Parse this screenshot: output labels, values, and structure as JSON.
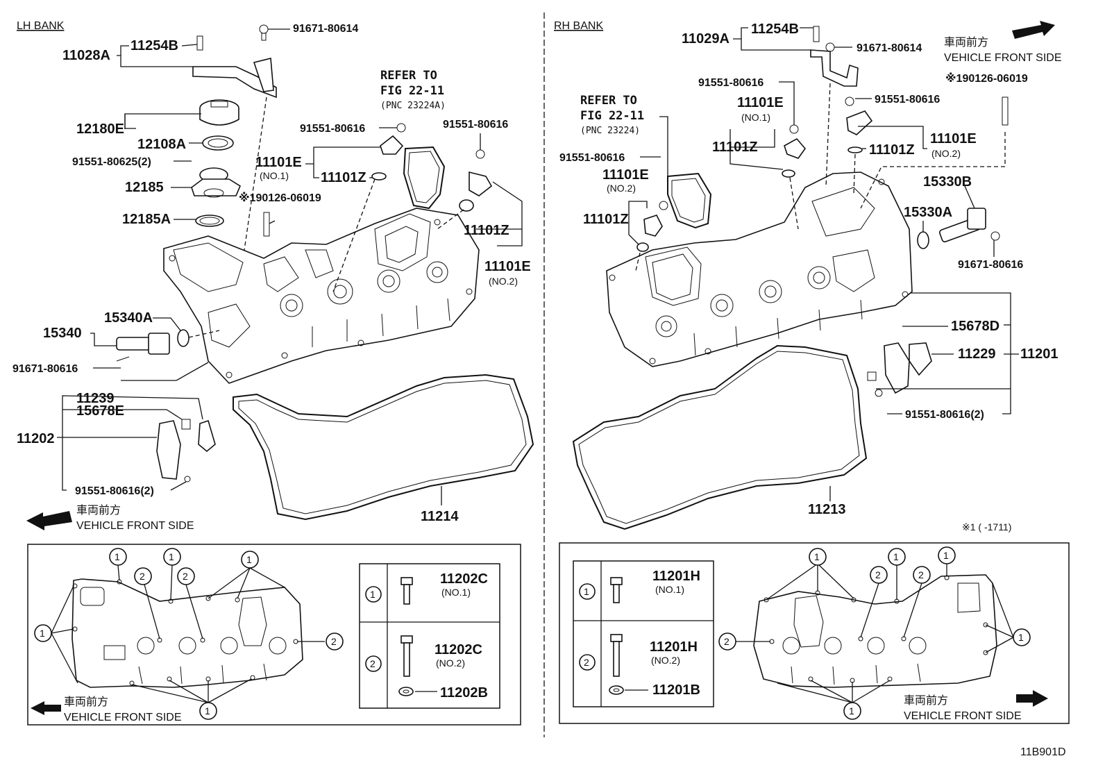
{
  "lh_bank": {
    "title": "LH BANK",
    "labels": {
      "p11028A": "11028A",
      "p11254B": "11254B",
      "p91671_80614": "91671-80614",
      "p12180E": "12180E",
      "p12108A": "12108A",
      "p91551_80625": "91551-80625(2)",
      "p12185": "12185",
      "p12185A": "12185A",
      "p190126": "※190126-06019",
      "p11101E_no1": "11101E",
      "no1": "(NO.1)",
      "p11101Z_a": "11101Z",
      "p91551_80616_a": "91551-80616",
      "p91551_80616_b": "91551-80616",
      "p11101Z_b": "11101Z",
      "p11101E_no2": "11101E",
      "no2": "(NO.2)",
      "p15340": "15340",
      "p15340A": "15340A",
      "p91671_80616": "91671-80616",
      "p11239": "11239",
      "p15678E": "15678E",
      "p11202": "11202",
      "p91551_80616_2": "91551-80616(2)",
      "p11214": "11214"
    },
    "refer": {
      "line1": "REFER TO",
      "line2": "FIG 22-11",
      "line3": "(PNC 23224A)"
    },
    "front": {
      "jp": "車両前方",
      "en": "VEHICLE FRONT SIDE"
    },
    "legend": {
      "n1": "1",
      "n2": "2",
      "bolt1": "11202C",
      "bolt1_sub": "(NO.1)",
      "bolt2": "11202C",
      "bolt2_sub": "(NO.2)",
      "washer": "11202B"
    },
    "bottom_front": {
      "jp": "車両前方",
      "en": "VEHICLE FRONT SIDE"
    }
  },
  "rh_bank": {
    "title": "RH BANK",
    "labels": {
      "p11029A": "11029A",
      "p11254B": "11254B",
      "p91671_80614": "91671-80614",
      "p91551_80616_a": "91551-80616",
      "p11101E_no1": "11101E",
      "no1": "(NO.1)",
      "p11101Z_a": "11101Z",
      "p91551_80616_b": "91551-80616",
      "p11101E_no2": "11101E",
      "no2_sub": "(NO.2)",
      "p11101Z_b": "11101Z",
      "p91551_80616_c": "91551-80616",
      "p11101E_left": "11101E",
      "no2_left": "(NO.2)",
      "p11101Z_left": "11101Z",
      "p190126": "※190126-06019",
      "p15330B": "15330B",
      "p15330A": "15330A",
      "p91671_80616": "91671-80616",
      "p15678D": "15678D",
      "p11229": "11229",
      "p11201": "11201",
      "p91551_80616_2": "91551-80616(2)",
      "p11213": "11213",
      "note1": "※1 (      -1711)"
    },
    "refer": {
      "line1": "REFER TO",
      "line2": "FIG 22-11",
      "line3": "(PNC 23224)"
    },
    "front": {
      "jp": "車両前方",
      "en": "VEHICLE FRONT SIDE"
    },
    "legend": {
      "n1": "1",
      "n2": "2",
      "bolt1": "11201H",
      "bolt1_sub": "(NO.1)",
      "bolt2": "11201H",
      "bolt2_sub": "(NO.2)",
      "washer": "11201B"
    },
    "bottom_front": {
      "jp": "車両前方",
      "en": "VEHICLE FRONT SIDE"
    }
  },
  "circle_labels": {
    "one": "1",
    "two": "2"
  },
  "figure_code": "11B901D"
}
